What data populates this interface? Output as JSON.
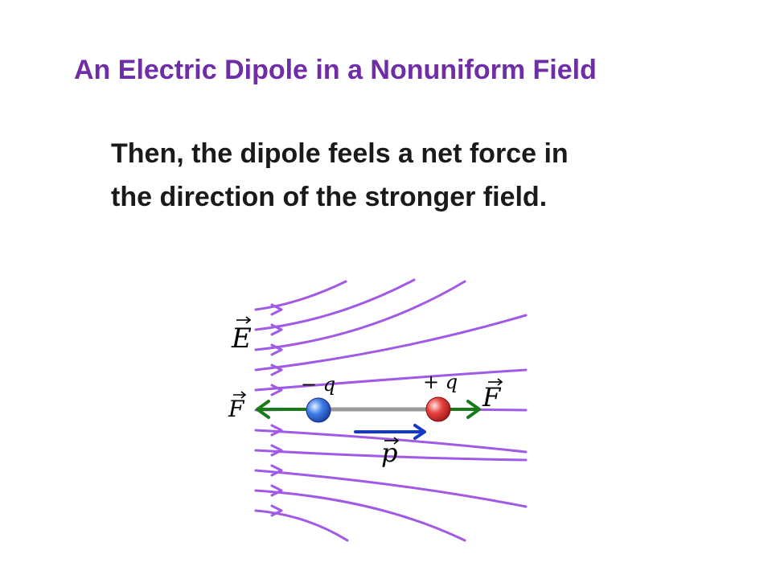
{
  "title": "An Electric Dipole in a Nonuniform Field",
  "body": {
    "line1": "Then, the dipole feels a net force in",
    "line2": "the direction of the stronger field."
  },
  "diagram": {
    "field_label": "E",
    "force_label_left": "F",
    "force_label_right": "F",
    "neg_charge_label": "− q",
    "pos_charge_label": "+ q",
    "dipole_moment_label": "p",
    "colors": {
      "title": "#6f2da8",
      "field_lines": "#a05ae6",
      "force_arrows": "#1a7a1a",
      "dipole_arrow": "#1438c8",
      "negative_charge": "#3f7fe8",
      "positive_charge": "#e8423f",
      "dipole_rod": "#9a9a9a"
    },
    "icons": {
      "negative_charge": "blue-sphere-icon",
      "positive_charge": "red-sphere-icon"
    }
  }
}
